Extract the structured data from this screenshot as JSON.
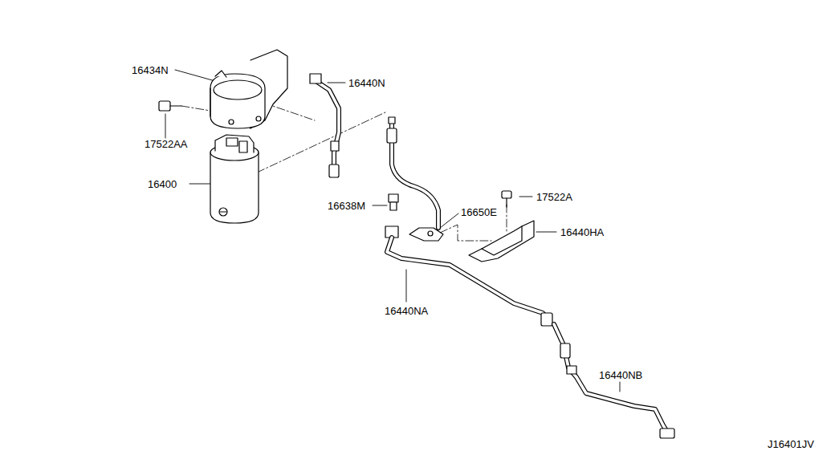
{
  "diagram": {
    "labels": [
      "16434N",
      "16440N",
      "17522AA",
      "16400",
      "16638M",
      "16650E",
      "17522A",
      "16440HA",
      "16440NA",
      "16440NB",
      "J16401JV"
    ]
  }
}
